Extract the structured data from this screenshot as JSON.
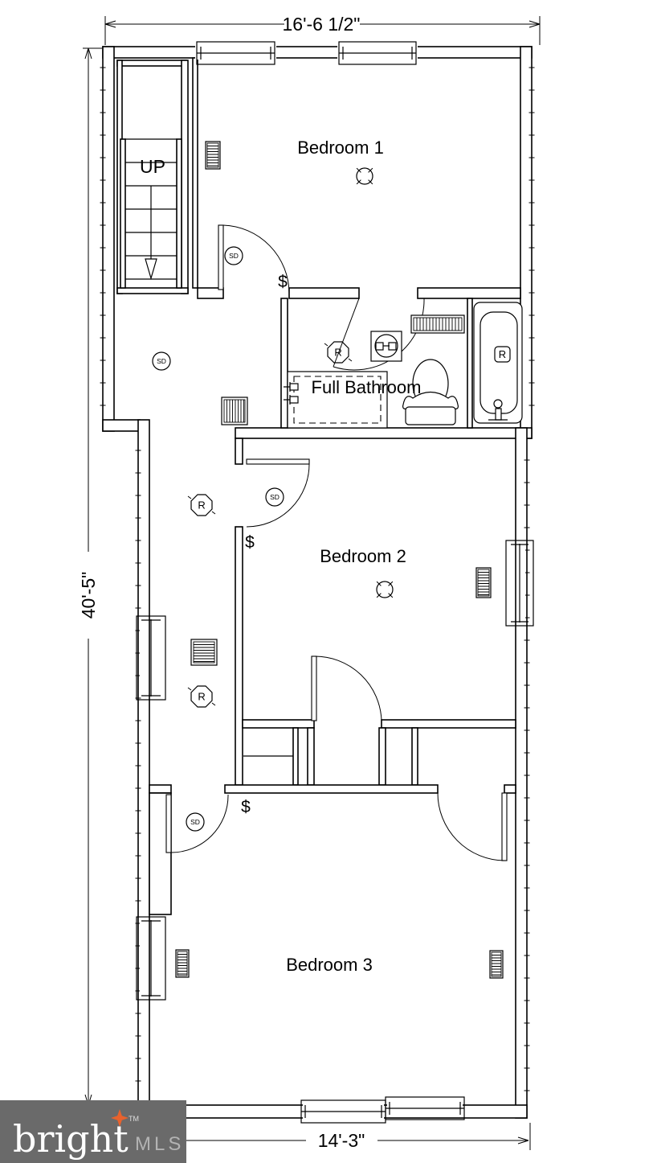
{
  "plan": {
    "dimensions": {
      "width_top": "16'-6 1/2\"",
      "height_left": "40'-5\"",
      "width_bottom": "14'-3\""
    },
    "rooms": {
      "bedroom1": "Bedroom 1",
      "bathroom": "Full Bathroom",
      "bedroom2": "Bedroom 2",
      "bedroom3": "Bedroom 3"
    },
    "stairs_label": "UP",
    "symbols": {
      "smoke_detector": "SD",
      "receptacle": "R",
      "switch": "$"
    }
  },
  "logo": {
    "brand": "bright",
    "tm": "TM",
    "suffix": "MLS",
    "bg": "#6a6a6a",
    "brand_color": "#ffffff",
    "suffix_color": "#b3b3b3",
    "star_color": "#e8622d"
  },
  "colors": {
    "ink": "#000000",
    "paper": "#ffffff"
  }
}
